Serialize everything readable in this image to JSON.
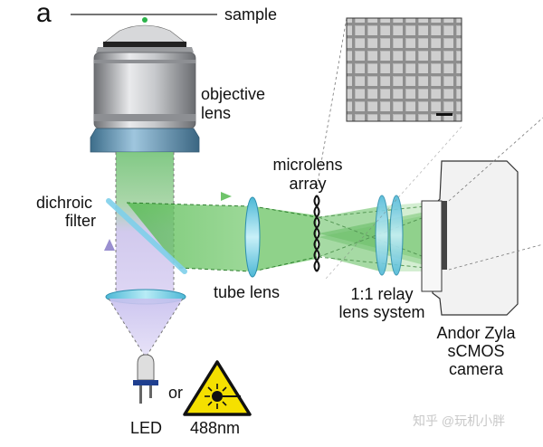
{
  "panel_letter": "a",
  "labels": {
    "sample": "sample",
    "objective_line1": "objective",
    "objective_line2": "lens",
    "microlens_line1": "microlens",
    "microlens_line2": "array",
    "dichroic_line1": "dichroic",
    "dichroic_line2": "filter",
    "tube_lens": "tube lens",
    "relay_line1": "1:1 relay",
    "relay_line2": "lens system",
    "camera_line1": "Andor Zyla",
    "camera_line2": "sCMOS",
    "camera_line3": "camera",
    "or": "or",
    "led": "LED",
    "laser": "488nm"
  },
  "watermark": "知乎 @玩机小胖",
  "colors": {
    "green_beam": "#4fb84a",
    "blue_beam": "#8fa6e0",
    "violet_beam": "#b8a8e0",
    "lens_cyan": "#7fd3e6",
    "dichroic": "#7fd0ea",
    "laser_yellow": "#f5e000"
  }
}
